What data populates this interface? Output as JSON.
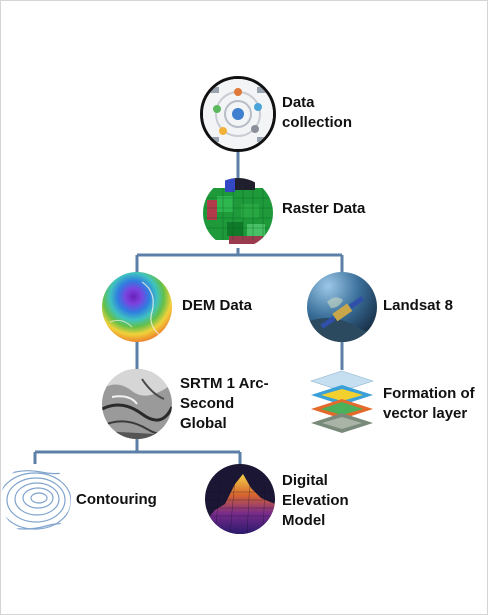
{
  "diagram": {
    "colors": {
      "connector": "#5b7fa6",
      "label": "#111111",
      "background": "#ffffff"
    },
    "nodes": {
      "data_collection": {
        "lines": [
          "Data",
          "collection"
        ],
        "icon": "data-collection-infographic"
      },
      "raster_data": {
        "lines": [
          "Raster Data"
        ],
        "icon": "raster-grid-map"
      },
      "dem_data": {
        "lines": [
          "DEM Data"
        ],
        "icon": "dem-heatmap"
      },
      "landsat_8": {
        "lines": [
          "Landsat 8"
        ],
        "icon": "satellite-earth"
      },
      "srtm": {
        "lines": [
          "SRTM 1 Arc-",
          "Second",
          "Global"
        ],
        "icon": "srtm-terrain-grayscale"
      },
      "vector_layer": {
        "lines": [
          "Formation of",
          "vector layer"
        ],
        "icon": "stacked-layers"
      },
      "contouring": {
        "lines": [
          "Contouring"
        ],
        "icon": "contour-lines"
      },
      "dem_model": {
        "lines": [
          "Digital",
          "Elevation",
          "Model"
        ],
        "icon": "3d-elevation-surface"
      }
    }
  }
}
